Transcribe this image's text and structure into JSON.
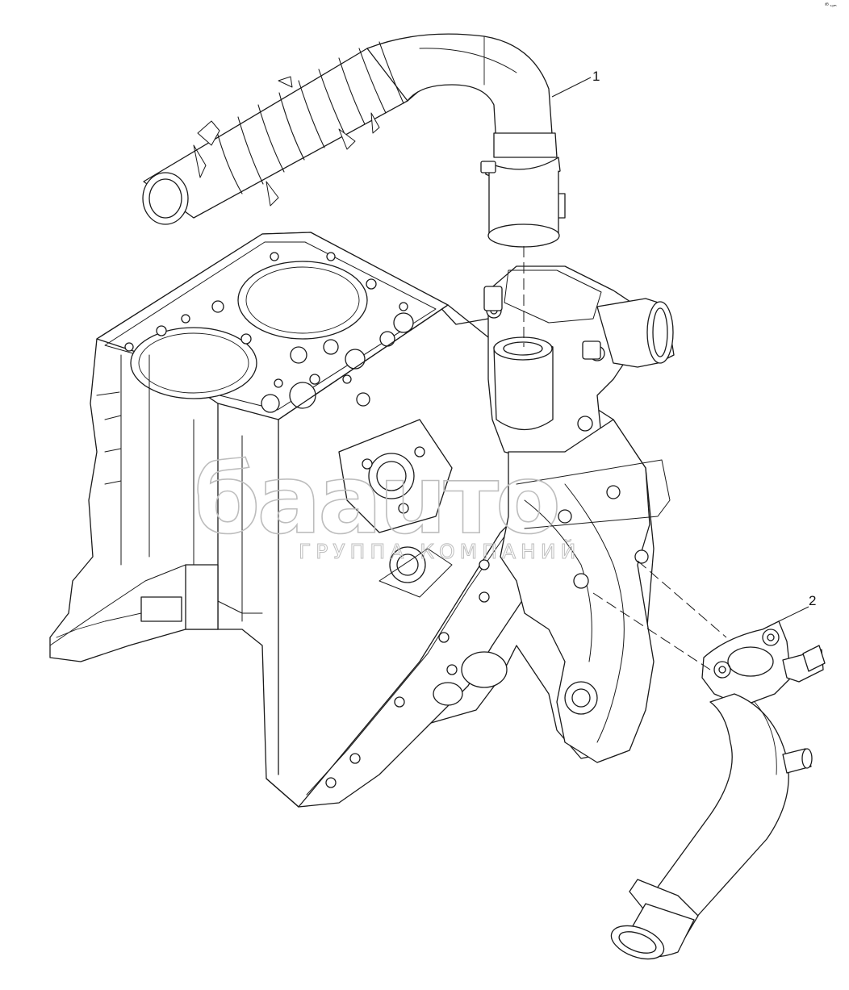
{
  "callouts": [
    {
      "number": "1",
      "part": "upper-hose"
    },
    {
      "number": "2",
      "part": "lower-pipe"
    }
  ],
  "watermark": {
    "brand": "бааuтo",
    "subtitle": "ГРУППА КОМПАНИЙ"
  },
  "corner_mark": "ᵈᴮ ₛₒₘ",
  "colors": {
    "line": "#1a1a1a",
    "fill": "#ffffff",
    "watermark": "#bdbdbd"
  }
}
